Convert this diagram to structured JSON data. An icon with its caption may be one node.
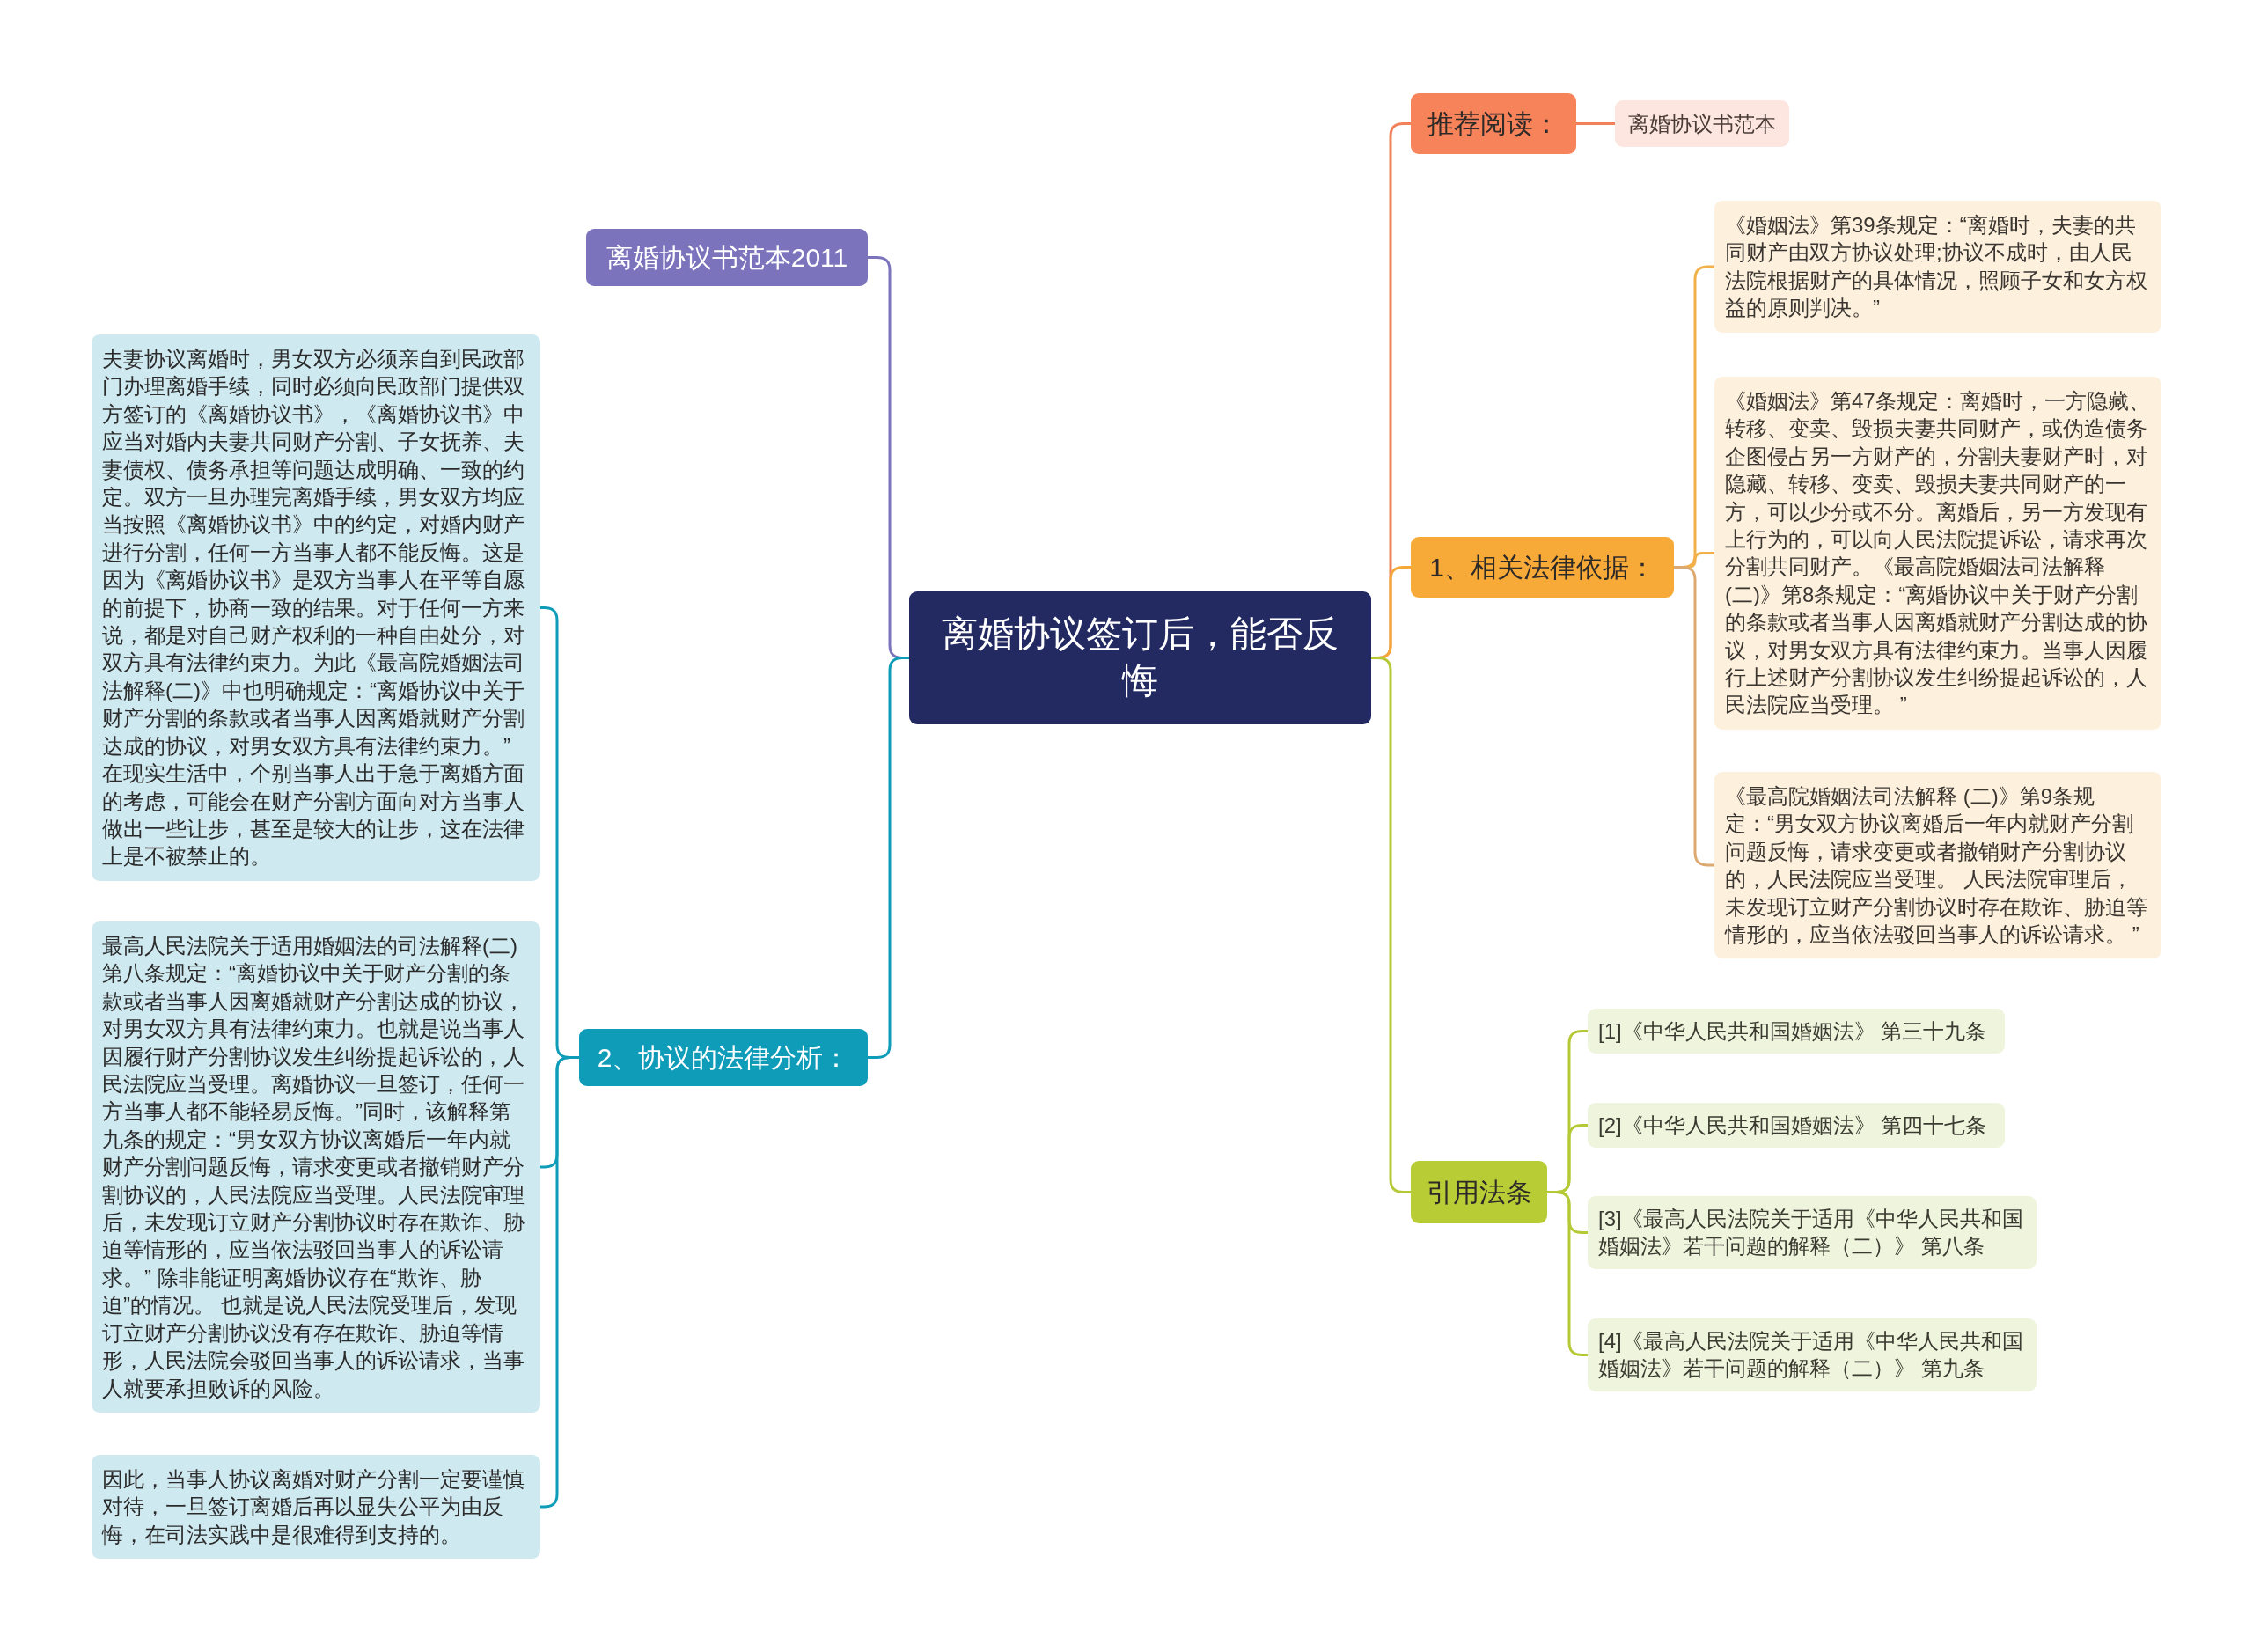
{
  "diagram": {
    "nodes": [
      {
        "text": [
          "离婚协议签订后，能否反悔"
        ]
      },
      {
        "text": [
          "离婚协议书范本2011"
        ]
      },
      {
        "text": [
          "2、协议的法律分析："
        ]
      },
      {
        "text": [
          "夫妻协议离婚时，男女双方必须亲自到民政部门办理离婚手续，同时必须向民政部门提供双方签订的《离婚协议书》，《离婚协议书》中应当对婚内夫妻共同财产分割、子女抚养、夫妻债权、债务承担等问题达成明确、一致的约定。双方一旦办理完离婚手续，男女双方均应当按照《离婚协议书》中的约定，对婚内财产进行分割，任何一方当事人都不能反悔。这是因为《离婚协议书》是双方当事人在平等自愿的前提下，协商一致的结果。对于任何一方来说，都是对自己财产权利的一种自由处分，对双方具有法律约束力。为此《最高院婚姻法司法解释(二)》中也明确规定：“离婚协议中关于财产分割的条款或者当事人因离婚就财产分割达成的协议，对男女双方具有法律约束力。” 在现实生活中，个别当事人出于急于离婚方面的考虑，可能会在财产分割方面向对方当事人做出一些让步，甚至是较大的让步，这在法律上是不被禁止的。"
        ]
      },
      {
        "text": [
          "最高人民法院关于适用婚姻法的司法解释(二)第八条规定：“离婚协议中关于财产分割的条款或者当事人因离婚就财产分割达成的协议，对男女双方具有法律约束力。也就是说当事人因履行财产分割协议发生纠纷提起诉讼的，人民法院应当受理。离婚协议一旦签订，任何一方当事人都不能轻易反悔。”同时，该解释第九条的规定：“男女双方协议离婚后一年内就财产分割问题反悔，请求变更或者撤销财产分割协议的，人民法院应当受理。人民法院审理后，未发现订立财产分割协议时存在欺诈、胁迫等情形的，应当依法驳回当事人的诉讼请求。” 除非能证明离婚协议存在“欺诈、胁迫”的情况。 也就是说人民法院受理后，发现订立财产分割协议没有存在欺诈、胁迫等情形，人民法院会驳回当事人的诉讼请求，当事人就要承担败诉的风险。"
        ]
      },
      {
        "text": [
          "因此，当事人协议离婚对财产分割一定要谨慎对待，一旦签订离婚后再以显失公平为由反悔，在司法实践中是很难得到支持的。"
        ]
      },
      {
        "text": [
          "推荐阅读："
        ]
      },
      {
        "text": [
          "离婚协议书范本"
        ]
      },
      {
        "text": [
          "1、相关法律依据："
        ]
      },
      {
        "text": [
          "《婚姻法》第39条规定：“离婚时，夫妻的共同财产由双方协议处理;协议不成时，由人民法院根据财产的具体情况，照顾子女和女方权益的原则判决。”"
        ]
      },
      {
        "text": [
          "《婚姻法》第47条规定：离婚时，一方隐藏、转移、变卖、毁损夫妻共同财产，或伪造债务企图侵占另一方财产的，分割夫妻财产时，对隐藏、转移、变卖、毁损夫妻共同财产的一方，可以少分或不分。离婚后，另一方发现有上行为的，可以向人民法院提诉讼，请求再次分割共同财产。《最高院婚姻法司法解释(二)》第8条规定：“离婚协议中关于财产分割的条款或者当事人因离婚就财产分割达成的协议，对男女双方具有法律约束力。当事人因履行上述财产分割协议发生纠纷提起诉讼的，人民法院应当受理。 ”"
        ]
      },
      {
        "text": [
          "《最高院婚姻法司法解释 (二)》第9条规定：“男女双方协议离婚后一年内就财产分割问题反悔，请求变更或者撤销财产分割协议的，人民法院应当受理。 人民法院审理后，未发现订立财产分割协议时存在欺诈、胁迫等情形的，应当依法驳回当事人的诉讼请求。 ”"
        ]
      },
      {
        "text": [
          "引用法条"
        ]
      },
      {
        "text": [
          "[1]《中华人民共和国婚姻法》 第三十九条"
        ]
      },
      {
        "text": [
          "[2]《中华人民共和国婚姻法》 第四十七条"
        ]
      },
      {
        "text": [
          "[3]《最高人民法院关于适用《中华人民共和国婚姻法》若干问题的解释（二）》 第八条"
        ]
      },
      {
        "text": [
          "[4]《最高人民法院关于适用《中华人民共和国婚姻法》若干问题的解释（二）》 第九条"
        ]
      }
    ],
    "edges": [
      {
        "from": 0,
        "to": 1,
        "arrow": "none",
        "color": "#7b74bd"
      },
      {
        "from": 0,
        "to": 2,
        "arrow": "none",
        "color": "#0f9cb9"
      },
      {
        "from": 2,
        "to": 3,
        "arrow": "none",
        "color": "#0f9cb9"
      },
      {
        "from": 2,
        "to": 4,
        "arrow": "none",
        "color": "#0f9cb9"
      },
      {
        "from": 2,
        "to": 5,
        "arrow": "none",
        "color": "#0f9cb9"
      },
      {
        "from": 0,
        "to": 6,
        "arrow": "none",
        "color": "#f08159"
      },
      {
        "from": 6,
        "to": 7,
        "arrow": "none",
        "color": "#f08159"
      },
      {
        "from": 0,
        "to": 8,
        "arrow": "none",
        "color": "#f5a838"
      },
      {
        "from": 8,
        "to": 9,
        "arrow": "none",
        "color": "#f2b04a"
      },
      {
        "from": 8,
        "to": 10,
        "arrow": "none",
        "color": "#f2b04a"
      },
      {
        "from": 8,
        "to": 11,
        "arrow": "none",
        "color": "#dcaa70"
      },
      {
        "from": 0,
        "to": 12,
        "arrow": "none",
        "color": "#b5c936"
      },
      {
        "from": 12,
        "to": 13,
        "arrow": "none",
        "color": "#b5c936"
      },
      {
        "from": 12,
        "to": 14,
        "arrow": "none",
        "color": "#b5c936"
      },
      {
        "from": 12,
        "to": 15,
        "arrow": "none",
        "color": "#b5c936"
      },
      {
        "from": 12,
        "to": 16,
        "arrow": "none",
        "color": "#b5c936"
      }
    ]
  }
}
